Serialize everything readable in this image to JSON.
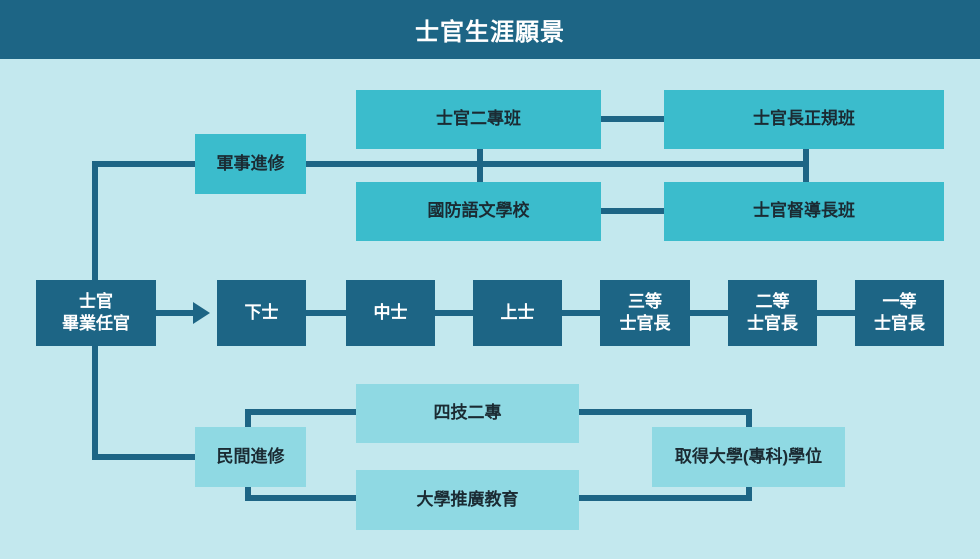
{
  "header": {
    "title": "士官生涯願景"
  },
  "start": {
    "line1": "士官",
    "line2": "畢業任官"
  },
  "military": {
    "label": "軍事進修",
    "courses": [
      "士官二專班",
      "士官長正規班",
      "國防語文學校",
      "士官督導長班"
    ]
  },
  "ranks": [
    {
      "line1": "下士",
      "line2": ""
    },
    {
      "line1": "中士",
      "line2": ""
    },
    {
      "line1": "上士",
      "line2": ""
    },
    {
      "line1": "三等",
      "line2": "士官長"
    },
    {
      "line1": "二等",
      "line2": "士官長"
    },
    {
      "line1": "一等",
      "line2": "士官長"
    }
  ],
  "civilian": {
    "label": "民間進修",
    "paths": [
      "四技二專",
      "大學推廣教育"
    ],
    "degree": "取得大學(專科)學位"
  },
  "colors": {
    "dark": "#1d6585",
    "mid": "#3bbccc",
    "light": "#8fd9e3",
    "background": "#c3e8ee"
  }
}
